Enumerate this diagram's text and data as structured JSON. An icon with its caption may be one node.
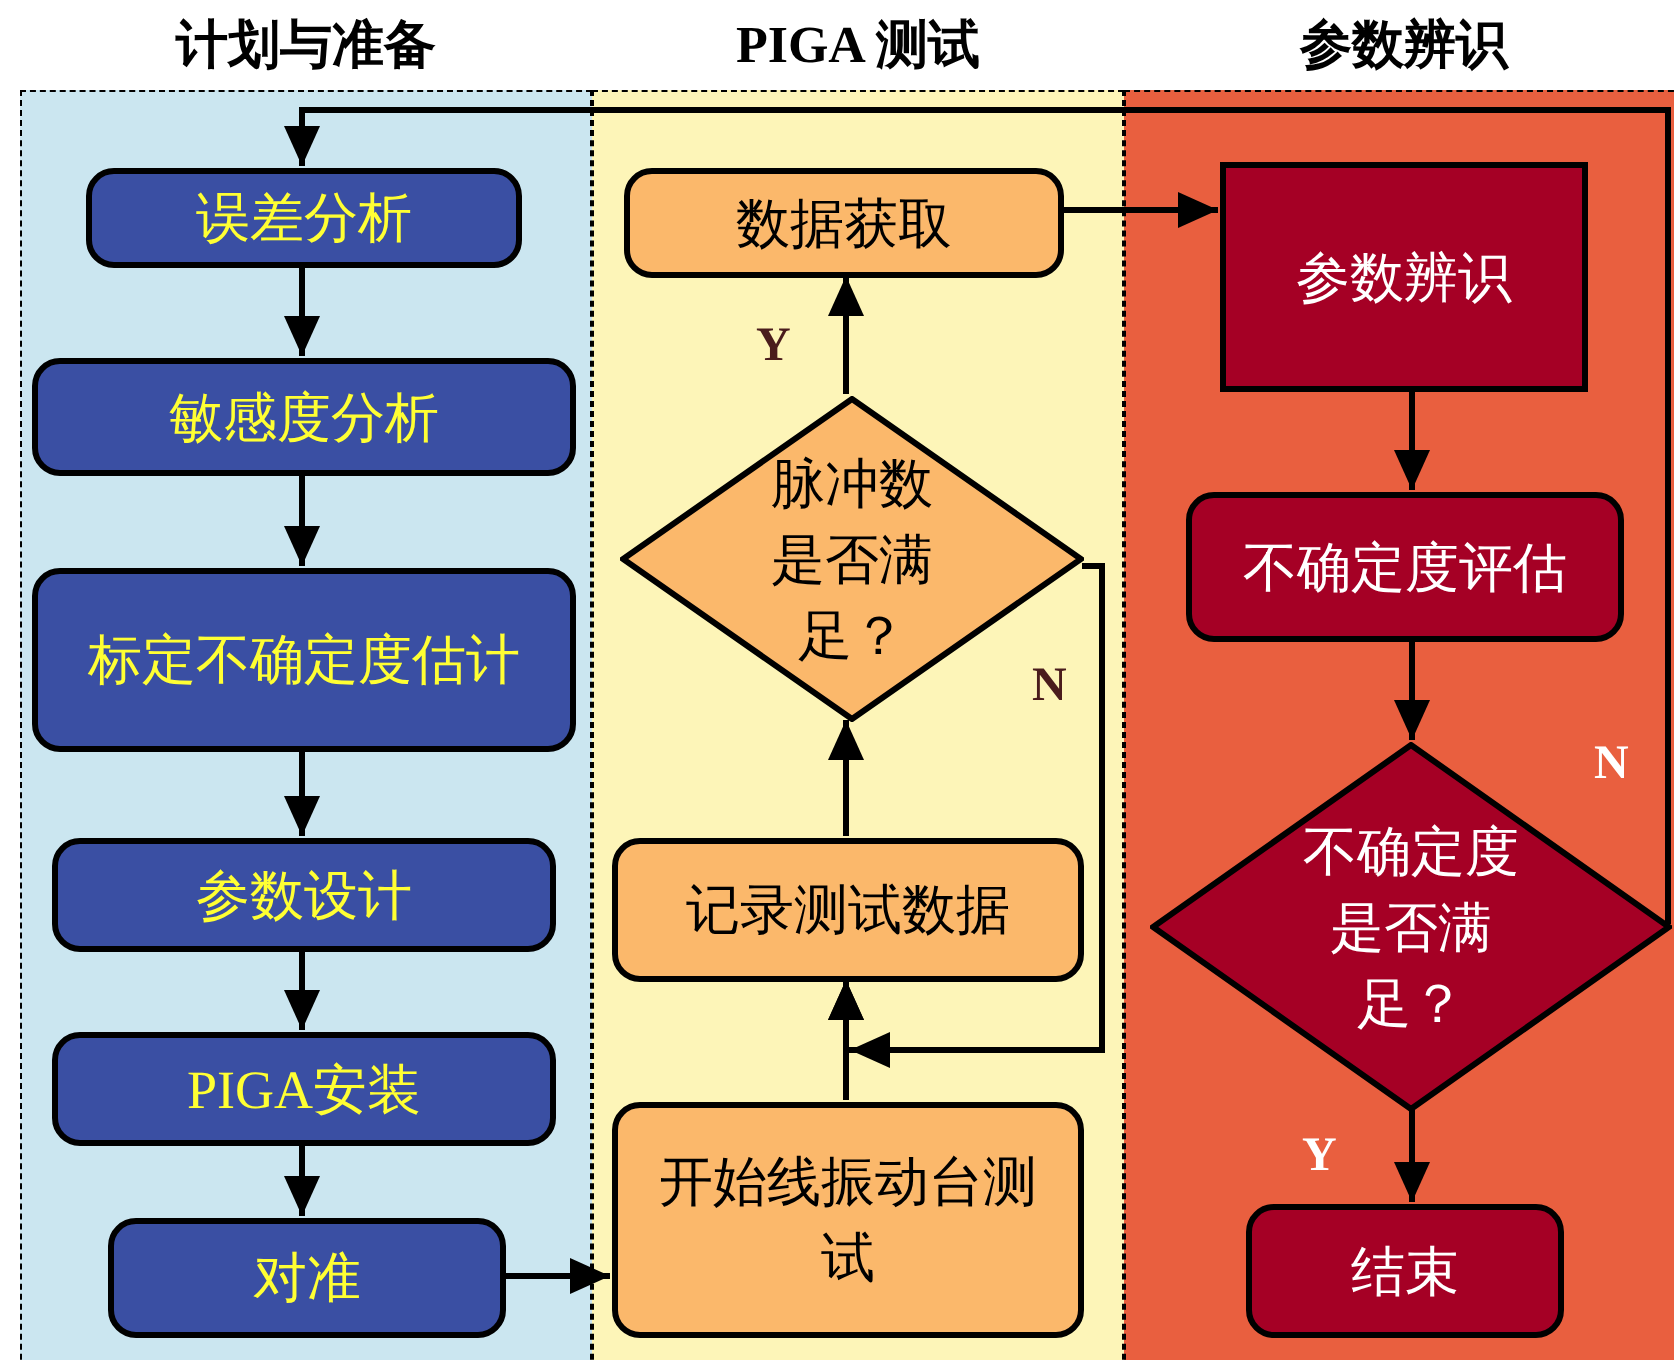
{
  "diagram": {
    "nodes": [
      {
        "text": [
          "计划与准备"
        ]
      },
      {
        "text": [
          "误差分析"
        ],
        "in": 0
      },
      {
        "text": [
          "敏感度分析"
        ],
        "in": 0
      },
      {
        "text": [
          "标定不确定度估计"
        ],
        "in": 0
      },
      {
        "text": [
          "参数设计"
        ],
        "in": 0
      },
      {
        "text": [
          "PIGA安装"
        ],
        "in": 0
      },
      {
        "text": [
          "对准"
        ],
        "in": 0
      },
      {
        "text": [
          "PIGA 测试"
        ]
      },
      {
        "text": [
          "数据获取"
        ],
        "in": 7
      },
      {
        "text": [
          "脉冲数是否满足？"
        ],
        "in": 7
      },
      {
        "text": [
          "记录测试数据"
        ],
        "in": 7
      },
      {
        "text": [
          "开始线振动台测试"
        ],
        "in": 7
      },
      {
        "text": [
          "参数辨识"
        ]
      },
      {
        "text": [
          "参数辨识"
        ],
        "in": 12
      },
      {
        "text": [
          "不确定度评估"
        ],
        "in": 12
      },
      {
        "text": [
          "不确定度是否满足？"
        ],
        "in": 12
      },
      {
        "text": [
          "结束"
        ],
        "in": 12
      }
    ],
    "edges": [
      {
        "from": 1,
        "to": 2,
        "arrow": "to"
      },
      {
        "from": 2,
        "to": 3,
        "arrow": "to"
      },
      {
        "from": 3,
        "to": 4,
        "arrow": "to"
      },
      {
        "from": 4,
        "to": 5,
        "arrow": "to"
      },
      {
        "from": 5,
        "to": 6,
        "arrow": "to"
      },
      {
        "from": 6,
        "to": 11,
        "arrow": "to"
      },
      {
        "from": 11,
        "to": 10,
        "arrow": "to"
      },
      {
        "from": 10,
        "to": 9,
        "arrow": "to"
      },
      {
        "from": 9,
        "to": 8,
        "arrow": "to",
        "label": "Y"
      },
      {
        "from": 9,
        "to": 10,
        "arrow": "to",
        "label": "N"
      },
      {
        "from": 8,
        "to": 13,
        "arrow": "to"
      },
      {
        "from": 13,
        "to": 14,
        "arrow": "to"
      },
      {
        "from": 14,
        "to": 15,
        "arrow": "to"
      },
      {
        "from": 15,
        "to": 16,
        "arrow": "to",
        "label": "Y"
      },
      {
        "from": 15,
        "to": 1,
        "arrow": "to",
        "label": "N"
      }
    ]
  }
}
